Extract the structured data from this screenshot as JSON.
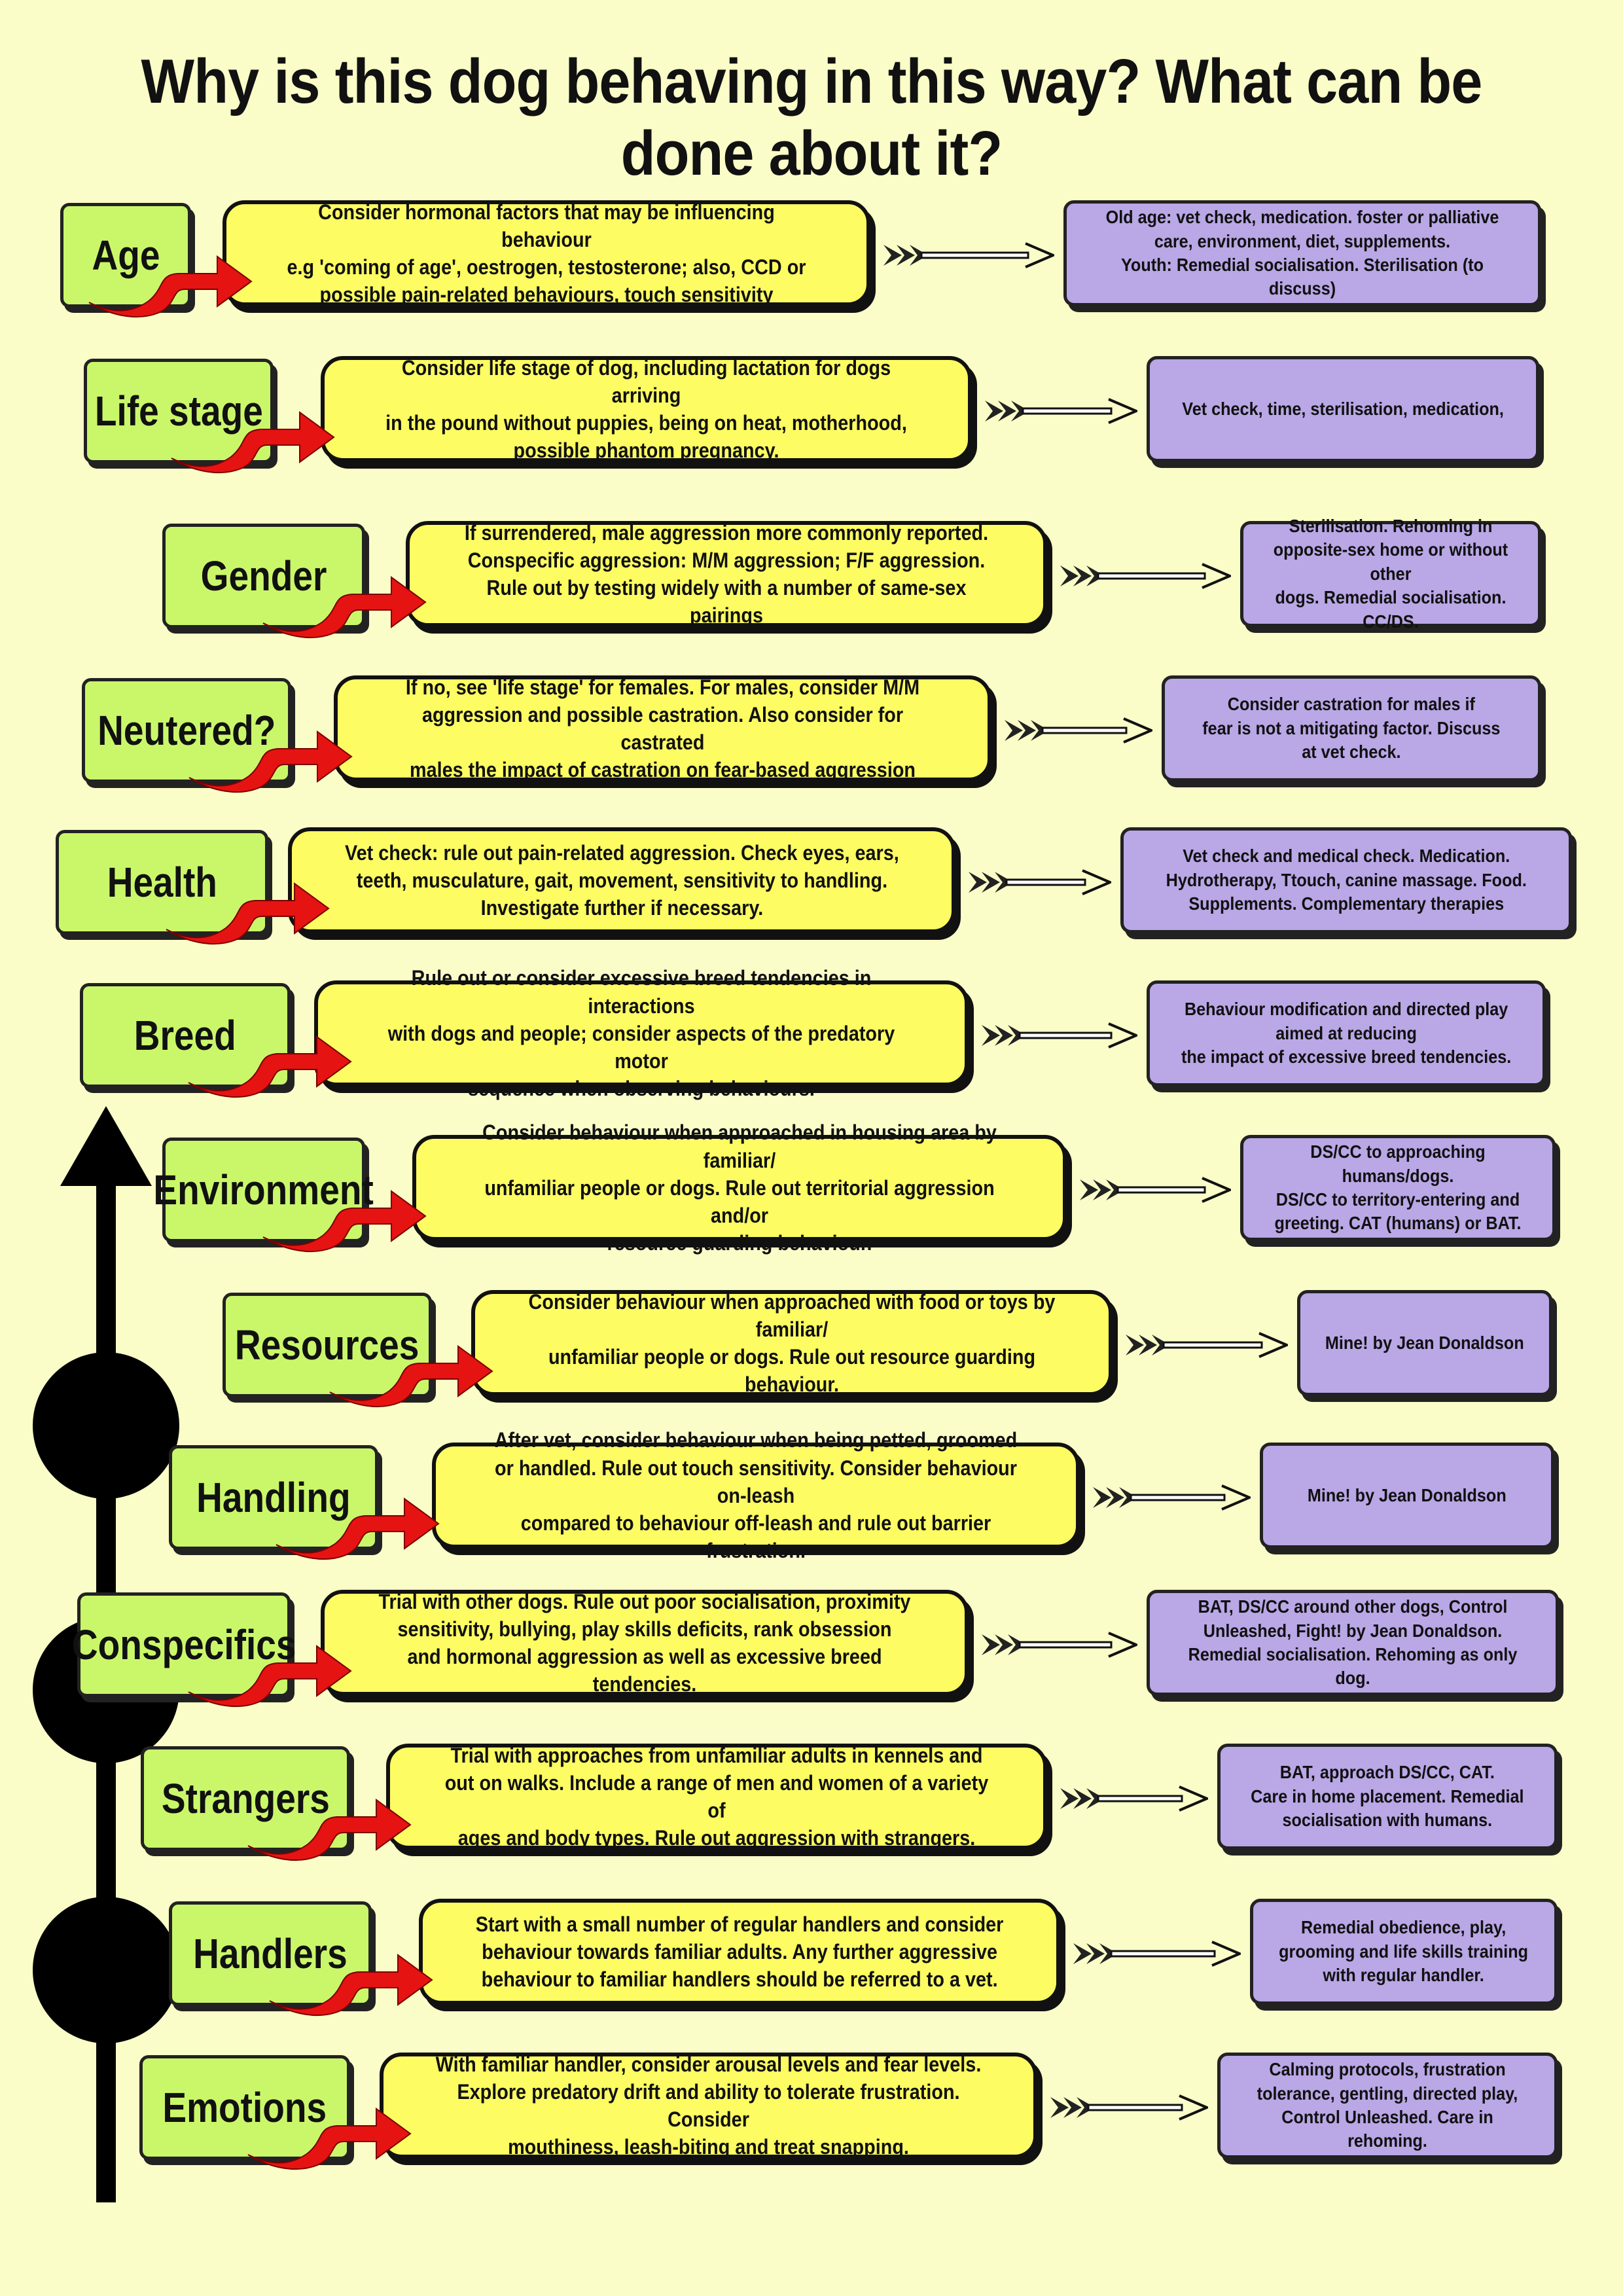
{
  "title": "Why is this dog behaving in this way? What can be done about it?",
  "colors": {
    "background": "#fbfdc8",
    "label_fill": "#caf76a",
    "note_fill": "#fdfd63",
    "action_fill": "#b9a7e6",
    "squiggle": "#e61313",
    "outline": "#111111"
  },
  "rows": [
    {
      "label": "Age",
      "consider": [
        "Consider hormonal factors that may be influencing behaviour",
        "e.g 'coming of age', oestrogen, testosterone; also, CCD or",
        "possible pain-related behaviours, touch sensitivity"
      ],
      "action": [
        "Old age: vet check, medication. foster or palliative",
        "care, environment, diet, supplements.",
        "Youth: Remedial socialisation. Sterilisation (to discuss)"
      ]
    },
    {
      "label": "Life stage",
      "consider": [
        "Consider life stage of dog, including lactation for dogs arriving",
        "in the pound without puppies, being on heat, motherhood,",
        "possible phantom pregnancy."
      ],
      "action": [
        "Vet check, time, sterilisation, medication,"
      ]
    },
    {
      "label": "Gender",
      "consider": [
        "If surrendered, male aggression more commonly reported.",
        "Conspecific aggression: M/M aggression; F/F aggression.",
        "Rule out by testing widely with a number of same-sex pairings"
      ],
      "action": [
        "Sterilisation. Rehoming in",
        "opposite-sex home or without other",
        "dogs. Remedial socialisation. CC/DS."
      ]
    },
    {
      "label": "Neutered?",
      "consider": [
        "If no, see 'life stage' for females. For males, consider M/M",
        "aggression and possible castration. Also consider for castrated",
        "males the impact of castration on fear-based aggression"
      ],
      "action": [
        "Consider castration for males if",
        "fear is not a mitigating factor. Discuss",
        "at vet check."
      ]
    },
    {
      "label": "Health",
      "consider": [
        "Vet check: rule out pain-related aggression. Check eyes, ears,",
        "teeth, musculature, gait, movement, sensitivity to handling.",
        "Investigate further if necessary."
      ],
      "action": [
        "Vet check and medical check. Medication.",
        "Hydrotherapy, Ttouch, canine massage. Food.",
        "Supplements. Complementary therapies"
      ]
    },
    {
      "label": "Breed",
      "consider": [
        "Rule out or consider excessive breed tendencies in interactions",
        "with dogs and people; consider aspects of the predatory motor",
        "sequence when observing behaviours."
      ],
      "action": [
        "Behaviour modification and directed play",
        "aimed at reducing",
        "the impact of excessive breed tendencies."
      ]
    },
    {
      "label": "Environment",
      "consider": [
        "Consider behaviour when approached in housing area by familiar/",
        "unfamiliar people or dogs. Rule out territorial aggression and/or",
        "resource guarding behaviour."
      ],
      "action": [
        "DS/CC to approaching humans/dogs.",
        "DS/CC to territory-entering and",
        "greeting. CAT (humans) or BAT."
      ]
    },
    {
      "label": "Resources",
      "consider": [
        "Consider behaviour when approached with food or toys by familiar/",
        "unfamiliar people or dogs. Rule out resource guarding behaviour."
      ],
      "action": [
        "Mine! by Jean Donaldson"
      ]
    },
    {
      "label": "Handling",
      "consider": [
        "After vet, consider behaviour when being petted, groomed",
        "or handled. Rule out touch sensitivity. Consider behaviour on-leash",
        "compared to behaviour off-leash and rule out barrier frustration."
      ],
      "action": [
        "Mine! by Jean Donaldson"
      ]
    },
    {
      "label": "Conspecifics",
      "consider": [
        "Trial with other dogs. Rule out poor socialisation, proximity",
        "sensitivity, bullying, play skills deficits, rank obsession",
        "and hormonal aggression as well as excessive breed tendencies."
      ],
      "action": [
        "BAT, DS/CC around other dogs, Control",
        "Unleashed, Fight! by Jean Donaldson.",
        "Remedial socialisation. Rehoming as only dog."
      ]
    },
    {
      "label": "Strangers",
      "consider": [
        "Trial with approaches from unfamiliar adults in kennels and",
        "out on walks. Include a range of men and women of a variety of",
        "ages and body types. Rule out aggression with strangers."
      ],
      "action": [
        "BAT, approach DS/CC, CAT.",
        "Care in home placement. Remedial",
        "socialisation with humans."
      ]
    },
    {
      "label": "Handlers",
      "consider": [
        "Start with a small number of regular handlers and consider",
        "behaviour towards familiar adults. Any further aggressive",
        "behaviour to familiar handlers should be referred to a vet."
      ],
      "action": [
        "Remedial obedience, play,",
        "grooming and life skills training",
        "with regular handler."
      ]
    },
    {
      "label": "Emotions",
      "consider": [
        "With familiar handler, consider arousal levels and fear levels.",
        "Explore predatory drift and ability to tolerate frustration. Consider",
        "mouthiness, leash-biting and treat snapping."
      ],
      "action": [
        "Calming protocols, frustration",
        "tolerance, gentling, directed play,",
        "Control Unleashed. Care in rehoming."
      ]
    }
  ]
}
